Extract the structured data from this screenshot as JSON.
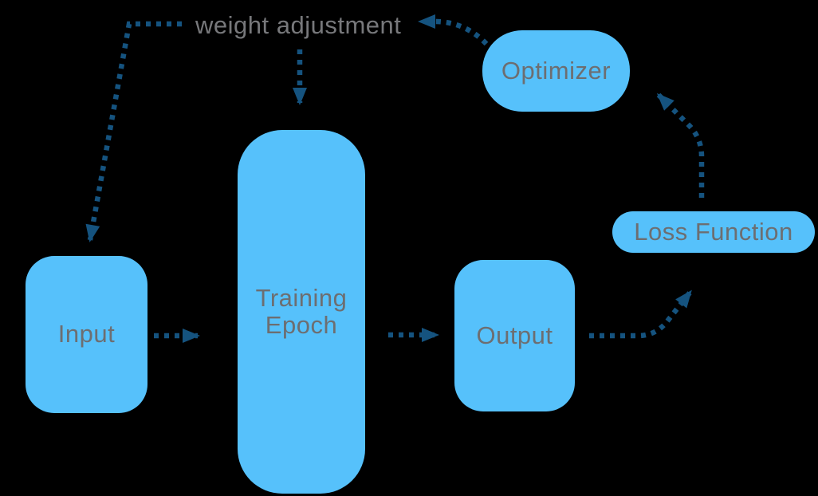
{
  "diagram": {
    "nodes": {
      "input": {
        "label": "Input"
      },
      "training_epoch": {
        "label": "Training Epoch",
        "label_lines": [
          "Training",
          "Epoch"
        ]
      },
      "output": {
        "label": "Output"
      },
      "optimizer": {
        "label": "Optimizer"
      },
      "loss_function": {
        "label": "Loss Function"
      }
    },
    "annotations": {
      "weight_adjustment": "weight adjustment"
    },
    "edges": [
      {
        "from": "input",
        "to": "training_epoch",
        "style": "dotted-arrow"
      },
      {
        "from": "training_epoch",
        "to": "output",
        "style": "dotted-arrow"
      },
      {
        "from": "output",
        "to": "loss_function",
        "style": "dotted-arrow"
      },
      {
        "from": "loss_function",
        "to": "optimizer",
        "style": "dotted-arrow"
      },
      {
        "from": "optimizer",
        "to": "weight_adjustment",
        "style": "dotted-arrow"
      },
      {
        "from": "weight_adjustment",
        "to": "input",
        "style": "dotted-arrow"
      },
      {
        "from": "weight_adjustment",
        "to": "training_epoch",
        "style": "dotted-arrow"
      }
    ]
  },
  "colors": {
    "background": "#000000",
    "node_fill": "#56C1FB",
    "node_label": "#6D6E71",
    "annotation_text": "#77787B",
    "arrow": "#15537F"
  }
}
